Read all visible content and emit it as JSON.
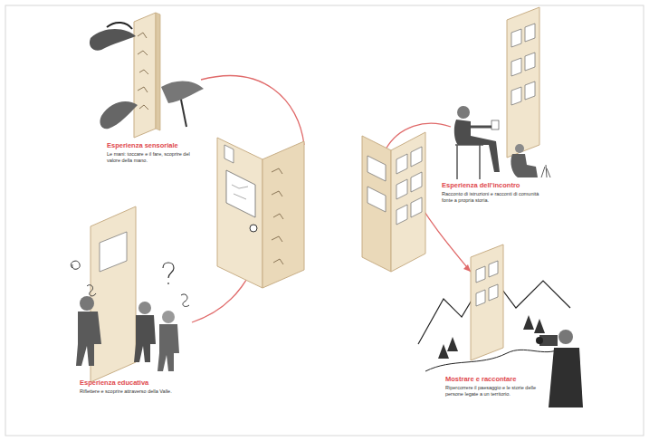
{
  "diagram": {
    "nodes": [
      {
        "text": [
          "Esperienza sensoriale",
          "Le mani: toccare e il fare, scoprire del valore della mano."
        ]
      },
      {
        "text": [
          "Esperienza dell'incontro",
          "Racconto di istruzioni e racconti di comunità fonte a propria storia."
        ]
      },
      {
        "text": [
          "Esperienza educativa",
          "Riflettere e scoprire attraverso della Valle."
        ]
      },
      {
        "text": [
          "Mostrare e raccontare",
          "Ripercorrere il paesaggio e le storie delle persone legate a un territorio."
        ]
      }
    ]
  }
}
